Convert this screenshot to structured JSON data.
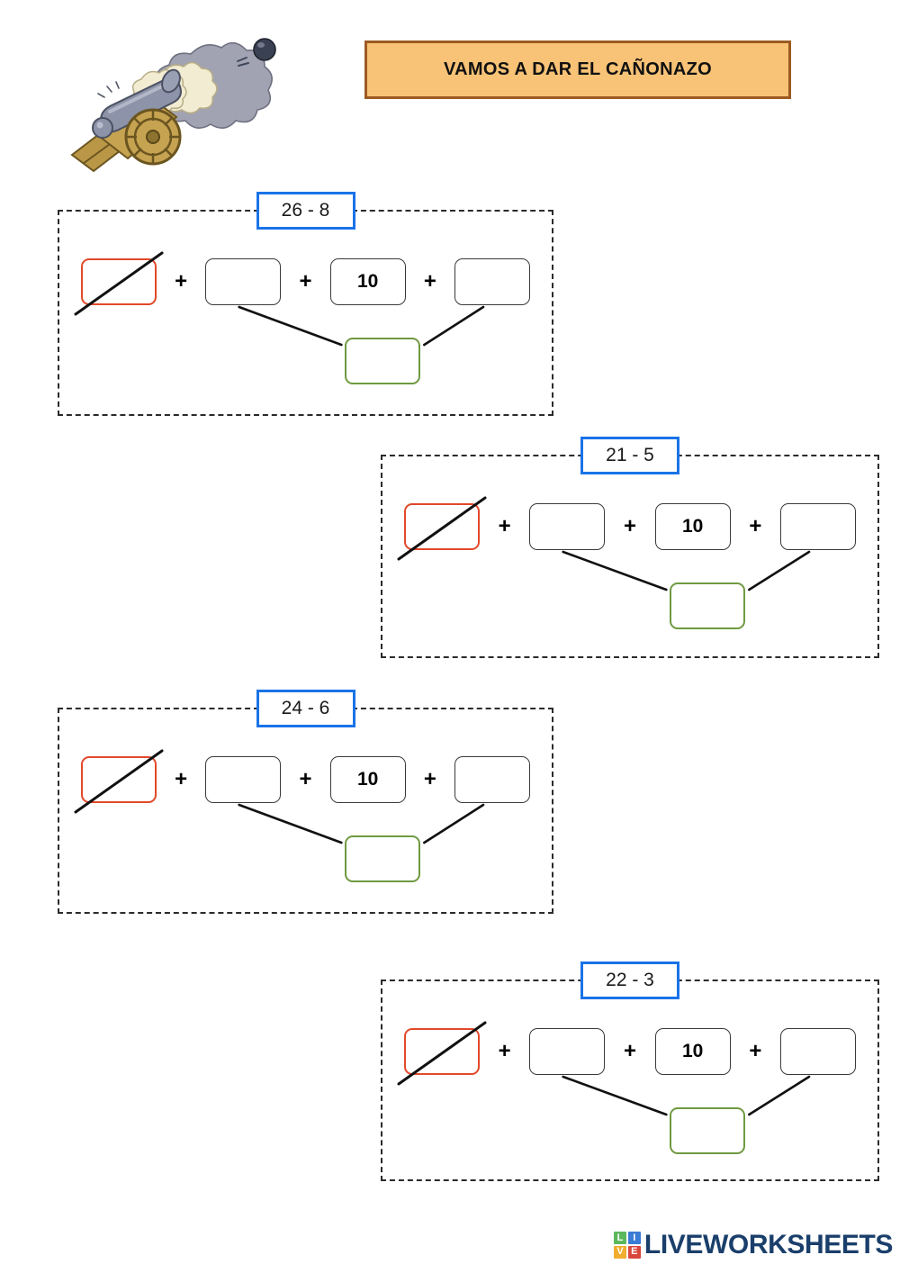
{
  "title": {
    "text": "VAMOS A DAR EL CAÑONAZO",
    "background": "#f8c377",
    "border_color": "#9c5a21"
  },
  "illustration": {
    "name": "cannon-firing-illustration",
    "description": "cartoon cannon firing with smoke cloud and cannonball"
  },
  "colors": {
    "label_border": "#1a73e8",
    "crossed_box_border": "#e2492a",
    "answer_box_border": "#6f9a41",
    "plain_box_border": "#3a3a3a",
    "block_border": "#2b2b2b",
    "logo_text": "#1a3f6b"
  },
  "operator": "+",
  "exercises": [
    {
      "label": "26 - 8",
      "align": "left",
      "cells": [
        {
          "name": "crossed-box",
          "value": "",
          "style": "red-struck"
        },
        {
          "name": "blank-box-1",
          "value": "",
          "style": "plain"
        },
        {
          "name": "ten-box",
          "value": "10",
          "style": "plain"
        },
        {
          "name": "blank-box-2",
          "value": "",
          "style": "plain"
        }
      ],
      "answer": {
        "name": "answer-box",
        "value": "",
        "style": "green"
      }
    },
    {
      "label": "21 - 5",
      "align": "right",
      "cells": [
        {
          "name": "crossed-box",
          "value": "",
          "style": "red-struck"
        },
        {
          "name": "blank-box-1",
          "value": "",
          "style": "plain"
        },
        {
          "name": "ten-box",
          "value": "10",
          "style": "plain"
        },
        {
          "name": "blank-box-2",
          "value": "",
          "style": "plain"
        }
      ],
      "answer": {
        "name": "answer-box",
        "value": "",
        "style": "green"
      }
    },
    {
      "label": "24 - 6",
      "align": "left",
      "cells": [
        {
          "name": "crossed-box",
          "value": "",
          "style": "red-struck"
        },
        {
          "name": "blank-box-1",
          "value": "",
          "style": "plain"
        },
        {
          "name": "ten-box",
          "value": "10",
          "style": "plain"
        },
        {
          "name": "blank-box-2",
          "value": "",
          "style": "plain"
        }
      ],
      "answer": {
        "name": "answer-box",
        "value": "",
        "style": "green"
      }
    },
    {
      "label": "22 - 3",
      "align": "right",
      "cells": [
        {
          "name": "crossed-box",
          "value": "",
          "style": "red-struck"
        },
        {
          "name": "blank-box-1",
          "value": "",
          "style": "plain"
        },
        {
          "name": "ten-box",
          "value": "10",
          "style": "plain"
        },
        {
          "name": "blank-box-2",
          "value": "",
          "style": "plain"
        }
      ],
      "answer": {
        "name": "answer-box",
        "value": "",
        "style": "green"
      }
    }
  ],
  "footer": {
    "brand": "LIVEWORKSHEETS",
    "tiles": [
      {
        "letter": "L",
        "color": "#5cb85c"
      },
      {
        "letter": "I",
        "color": "#3a7bd5"
      },
      {
        "letter": "V",
        "color": "#f0ad2e"
      },
      {
        "letter": "E",
        "color": "#d9463c"
      }
    ]
  }
}
